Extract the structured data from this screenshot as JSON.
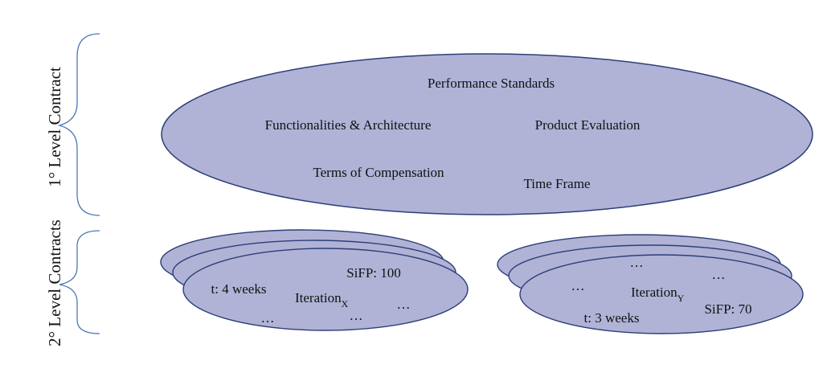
{
  "colors": {
    "ellipse_fill": "#b0b3d6",
    "ellipse_stroke": "#2d3e78",
    "brace_stroke": "#4a78b8",
    "text": "#111111"
  },
  "levels": {
    "first": {
      "label": "1° Level Contract"
    },
    "second": {
      "label": "2° Level Contracts"
    }
  },
  "first_level": {
    "items": [
      "Performance Standards",
      "Functionalities & Architecture",
      "Product Evaluation",
      "Terms of Compensation",
      "Time Frame"
    ]
  },
  "iteration_x": {
    "name": "Iteration",
    "subscript": "X",
    "sifp": "SiFP: 100",
    "duration": "t: 4 weeks",
    "ellipsis": "…"
  },
  "iteration_y": {
    "name": "Iteration",
    "subscript": "Y",
    "sifp": "SiFP: 70",
    "duration": "t: 3 weeks",
    "ellipsis": "…"
  }
}
